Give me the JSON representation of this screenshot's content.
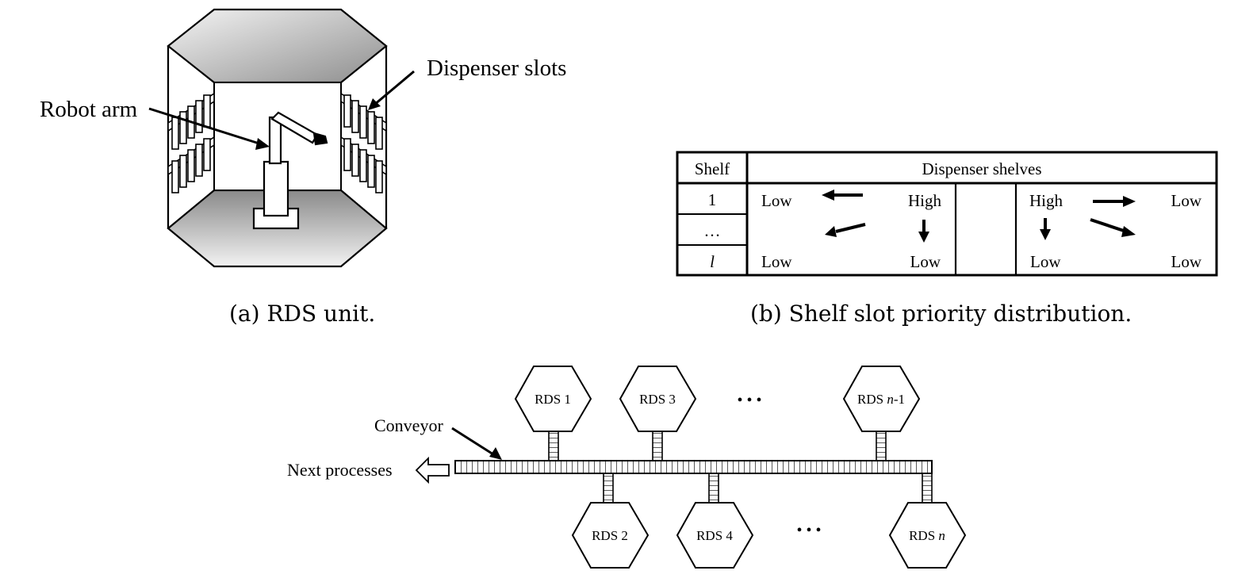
{
  "panel_a": {
    "labels": {
      "dispenser_slots": "Dispenser slots",
      "robot_arm": "Robot arm"
    },
    "caption": "(a) RDS unit."
  },
  "panel_b": {
    "header": {
      "shelf": "Shelf",
      "dispenser_shelves": "Dispenser shelves"
    },
    "shelf_rows": [
      "1",
      "…",
      "l"
    ],
    "left_block": {
      "top_left": "Low",
      "top_right": "High",
      "bottom_left": "Low",
      "bottom_right": "Low"
    },
    "right_block": {
      "top_left": "High",
      "top_right": "Low",
      "bottom_left": "Low",
      "bottom_right": "Low"
    },
    "caption": "(b) Shelf slot priority distribution."
  },
  "panel_c": {
    "conveyor_label": "Conveyor",
    "next_processes_label": "Next processes",
    "top_units": [
      {
        "prefix": "RDS ",
        "suffix": "1",
        "suffix_italic": false
      },
      {
        "prefix": "RDS ",
        "suffix": "3",
        "suffix_italic": false
      },
      {
        "prefix": "RDS ",
        "suffix": "n",
        "suffix_italic": true,
        "tail": "-1"
      }
    ],
    "bottom_units": [
      {
        "prefix": "RDS ",
        "suffix": "2",
        "suffix_italic": false
      },
      {
        "prefix": "RDS ",
        "suffix": "4",
        "suffix_italic": false
      },
      {
        "prefix": "RDS ",
        "suffix": "n",
        "suffix_italic": true,
        "tail": ""
      }
    ],
    "ellipsis": "• • •"
  },
  "colors": {
    "line": "#000000",
    "gray_light": "#ececec",
    "gray_dark": "#8a8a8a"
  }
}
